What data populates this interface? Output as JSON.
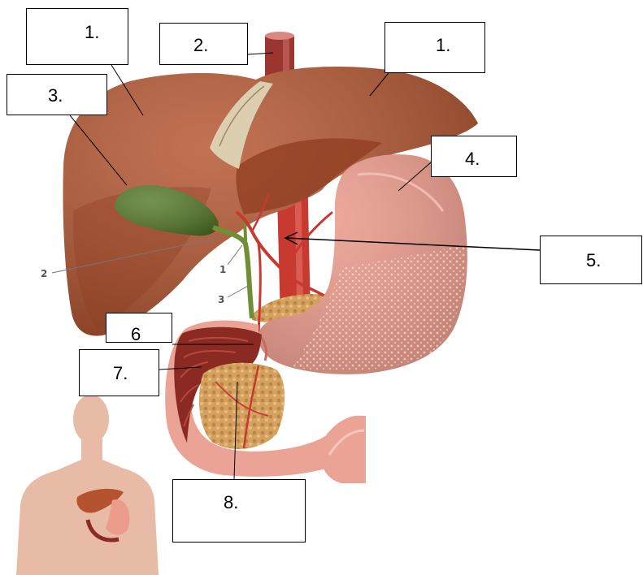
{
  "label_boxes": [
    "1.",
    "2.",
    "1.",
    "3.",
    "4.",
    "5.",
    "6",
    "7.",
    "8."
  ],
  "figure_labels": [
    "2",
    "1",
    "3"
  ],
  "colors": {
    "liver": "#b4532d",
    "liver_shadow": "#8f3c1f",
    "gallbladder": "#567a28",
    "stomach": "#eb9c8c",
    "duodenum": "#eaa395",
    "duodenum_interior": "#8a2a22",
    "pancreas": "#d4a15f",
    "artery": "#c8392f",
    "vein": "#9b3530",
    "bile_duct": "#6f8f35",
    "ligament": "#dccfb0",
    "skin": "#e8bba6",
    "leader_line": "#000000",
    "figure_label": "#555555"
  }
}
